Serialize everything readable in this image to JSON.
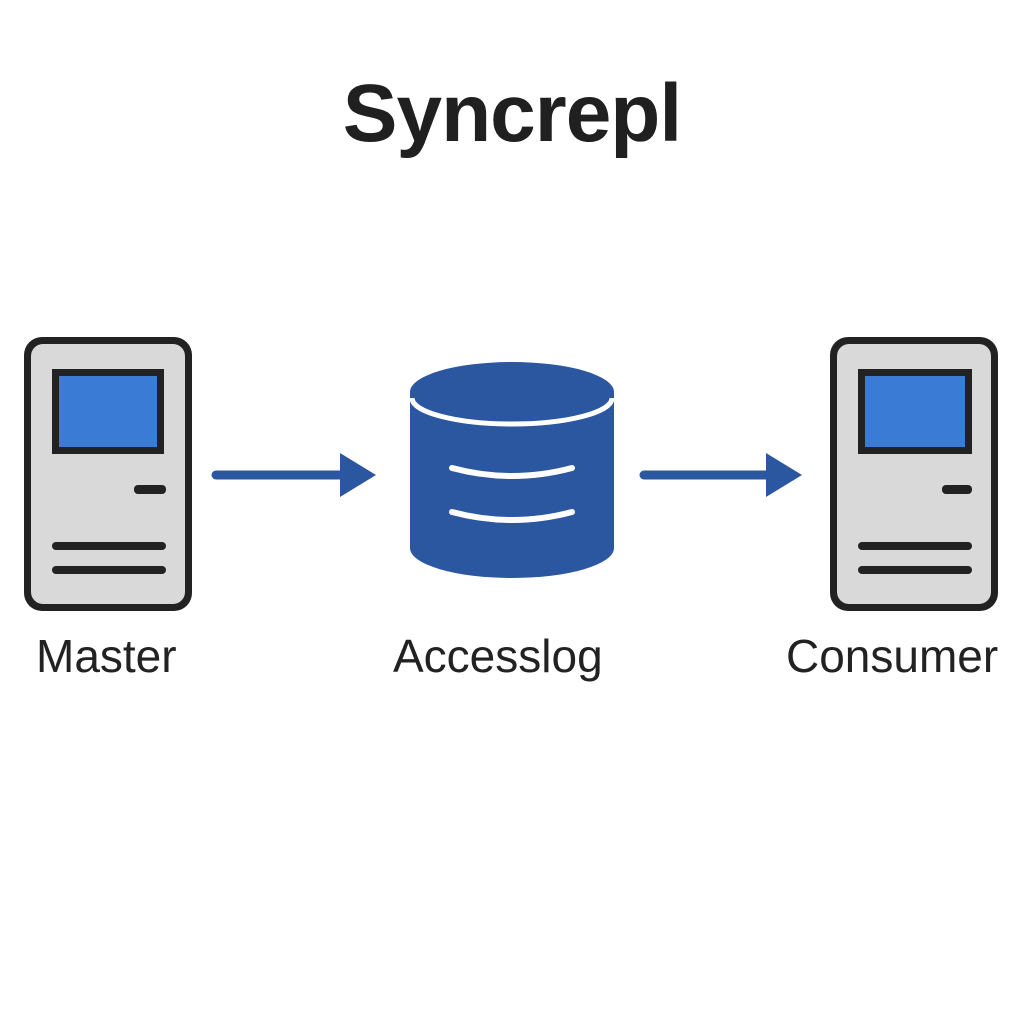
{
  "diagram": {
    "title": "Syncrepl",
    "nodes": [
      {
        "id": "master",
        "label": "Master",
        "icon": "server-icon"
      },
      {
        "id": "accesslog",
        "label": "Accesslog",
        "icon": "database-icon"
      },
      {
        "id": "consumer",
        "label": "Consumer",
        "icon": "server-icon"
      }
    ],
    "edges": [
      {
        "from": "master",
        "to": "accesslog"
      },
      {
        "from": "accesslog",
        "to": "consumer"
      }
    ],
    "colors": {
      "server_body": "#d9d9d9",
      "server_outline": "#222222",
      "screen": "#3a7bd5",
      "database": "#2b57a0",
      "arrow": "#2b57a0",
      "text": "#222222"
    }
  }
}
